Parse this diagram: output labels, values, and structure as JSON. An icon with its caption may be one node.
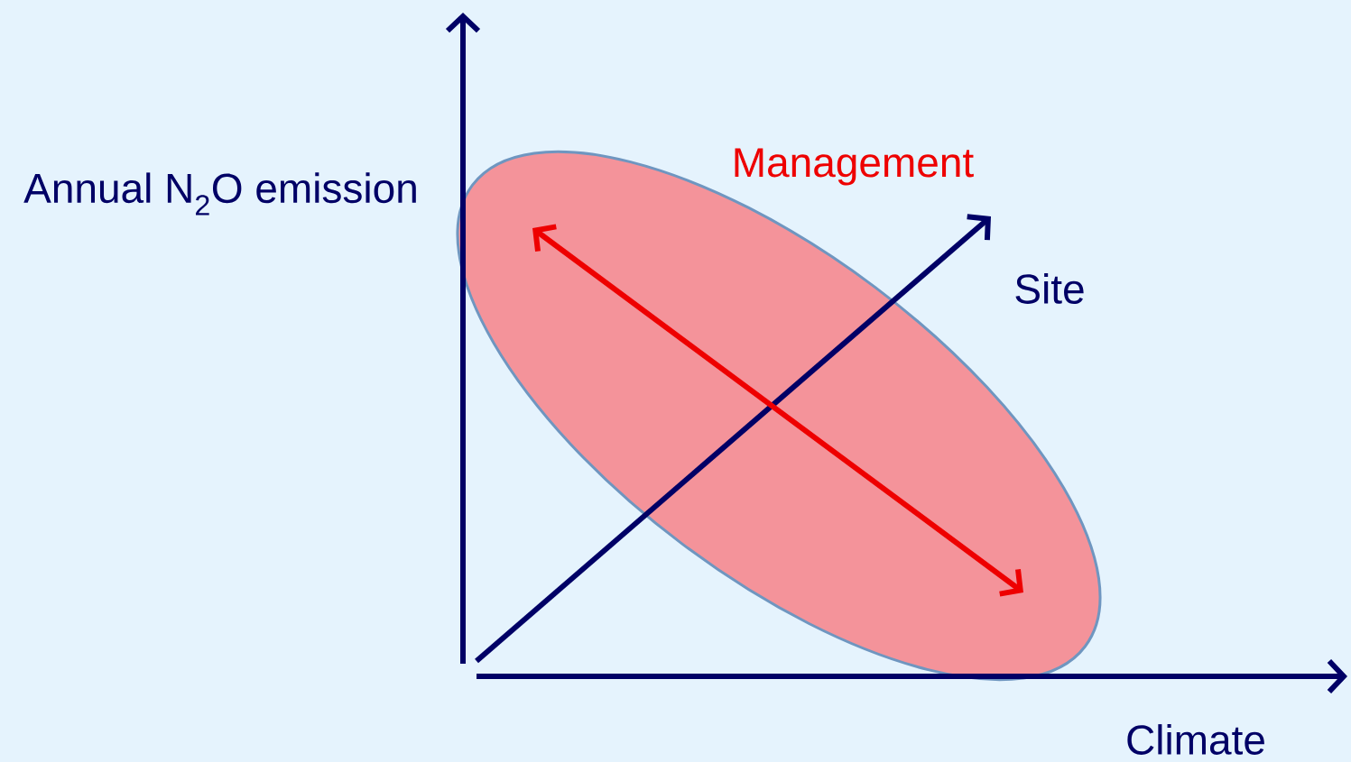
{
  "diagram": {
    "labels": [
      "Annual N$_{2}$O emission",
      "Management",
      "Site",
      "Climate"
    ]
  }
}
